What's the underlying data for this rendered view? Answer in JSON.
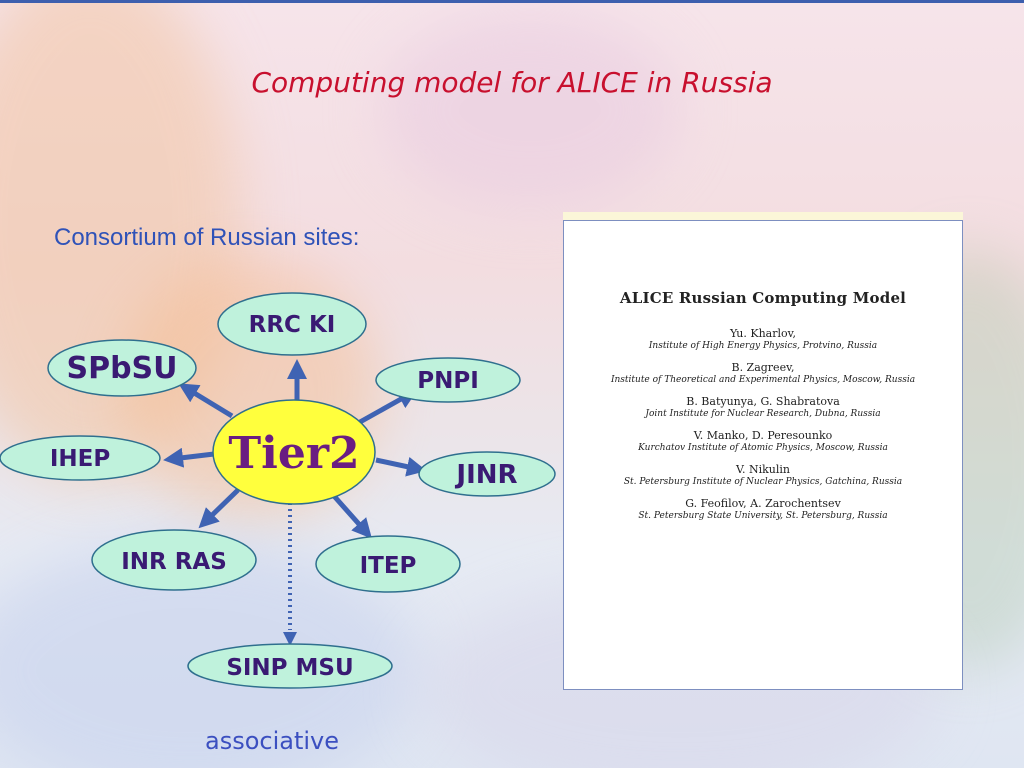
{
  "slide": {
    "title": "Computing model for ALICE in Russia",
    "subtitle": "Consortium of Russian sites:",
    "associative_label": "associative"
  },
  "diagram": {
    "hub": {
      "label": "Tier2",
      "fill": "#ffff3d"
    },
    "node_fill": "#bff2dc",
    "arrow_color": "#3f63b3",
    "nodes": [
      {
        "id": "rrc-ki",
        "label": "RRC KI"
      },
      {
        "id": "spbsu",
        "label": "SPbSU"
      },
      {
        "id": "pnpi",
        "label": "PNPI"
      },
      {
        "id": "ihep",
        "label": "IHEP"
      },
      {
        "id": "jinr",
        "label": "JINR"
      },
      {
        "id": "inr-ras",
        "label": "INR RAS"
      },
      {
        "id": "itep",
        "label": "ITEP"
      },
      {
        "id": "sinp-msu",
        "label": "SINP MSU"
      }
    ]
  },
  "paper": {
    "title": "ALICE Russian Computing Model",
    "authors": [
      {
        "names": "Yu. Kharlov,",
        "institute": "Institute of High Energy Physics, Protvino, Russia"
      },
      {
        "names": "B. Zagreev,",
        "institute": "Institute of Theoretical and Experimental Physics, Moscow, Russia"
      },
      {
        "names": "B. Batyunya, G. Shabratova",
        "institute": "Joint Institute for Nuclear Research, Dubna, Russia"
      },
      {
        "names": "V. Manko, D. Peresounko",
        "institute": "Kurchatov Institute of Atomic Physics, Moscow, Russia"
      },
      {
        "names": "V. Nikulin",
        "institute": "St. Petersburg Institute of Nuclear Physics, Gatchina, Russia"
      },
      {
        "names": "G. Feofilov, A. Zarochentsev",
        "institute": "St. Petersburg State University, St. Petersburg, Russia"
      }
    ]
  }
}
